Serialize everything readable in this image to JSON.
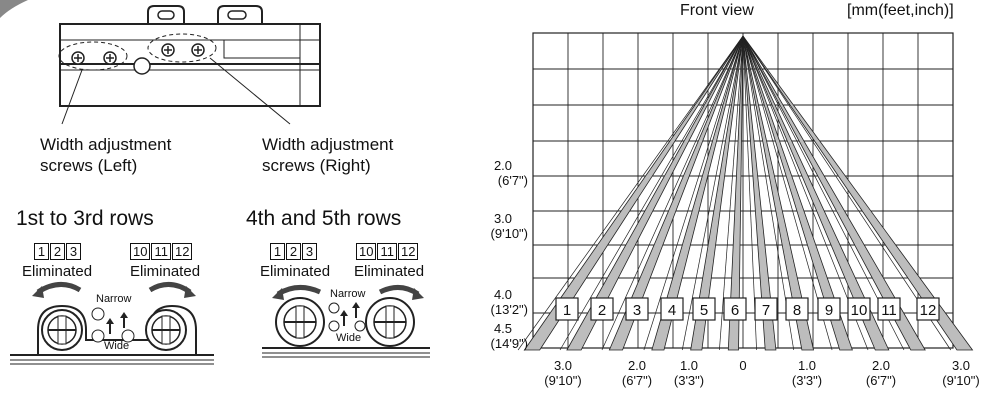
{
  "left": {
    "callout_left": [
      "Width adjustment",
      "screws (Left)"
    ],
    "callout_right": [
      "Width adjustment",
      "screws (Right)"
    ],
    "groups": [
      {
        "title": "1st to 3rd rows",
        "left_boxes": [
          "1",
          "2",
          "3"
        ],
        "right_boxes": [
          "10",
          "11",
          "12"
        ],
        "left_caption": "Eliminated",
        "right_caption": "Eliminated",
        "narrow": "Narrow",
        "wide": "Wide"
      },
      {
        "title": "4th and 5th rows",
        "left_boxes": [
          "1",
          "2",
          "3"
        ],
        "right_boxes": [
          "10",
          "11",
          "12"
        ],
        "left_caption": "Eliminated",
        "right_caption": "Eliminated",
        "narrow": "Narrow",
        "wide": "Wide"
      }
    ]
  },
  "right": {
    "title": "Front view",
    "units": "[mm(feet,inch)]",
    "zones": [
      "1",
      "2",
      "3",
      "4",
      "5",
      "6",
      "7",
      "8",
      "9",
      "10",
      "11",
      "12"
    ],
    "y_labels": [
      {
        "value": "2.0",
        "imperial": "(6'7\")"
      },
      {
        "value": "3.0",
        "imperial": "(9'10\")"
      },
      {
        "value": "4.0",
        "imperial": "(13'2\")"
      },
      {
        "value": "4.5",
        "imperial": "(14'9\")"
      }
    ],
    "x_labels": [
      {
        "value": "3.0",
        "imperial": "(9'10\")"
      },
      {
        "value": "2.0",
        "imperial": "(6'7\")"
      },
      {
        "value": "1.0",
        "imperial": "(3'3\")"
      },
      {
        "value": "0",
        "imperial": ""
      },
      {
        "value": "1.0",
        "imperial": "(3'3\")"
      },
      {
        "value": "2.0",
        "imperial": "(6'7\")"
      },
      {
        "value": "3.0",
        "imperial": "(9'10\")"
      }
    ]
  }
}
